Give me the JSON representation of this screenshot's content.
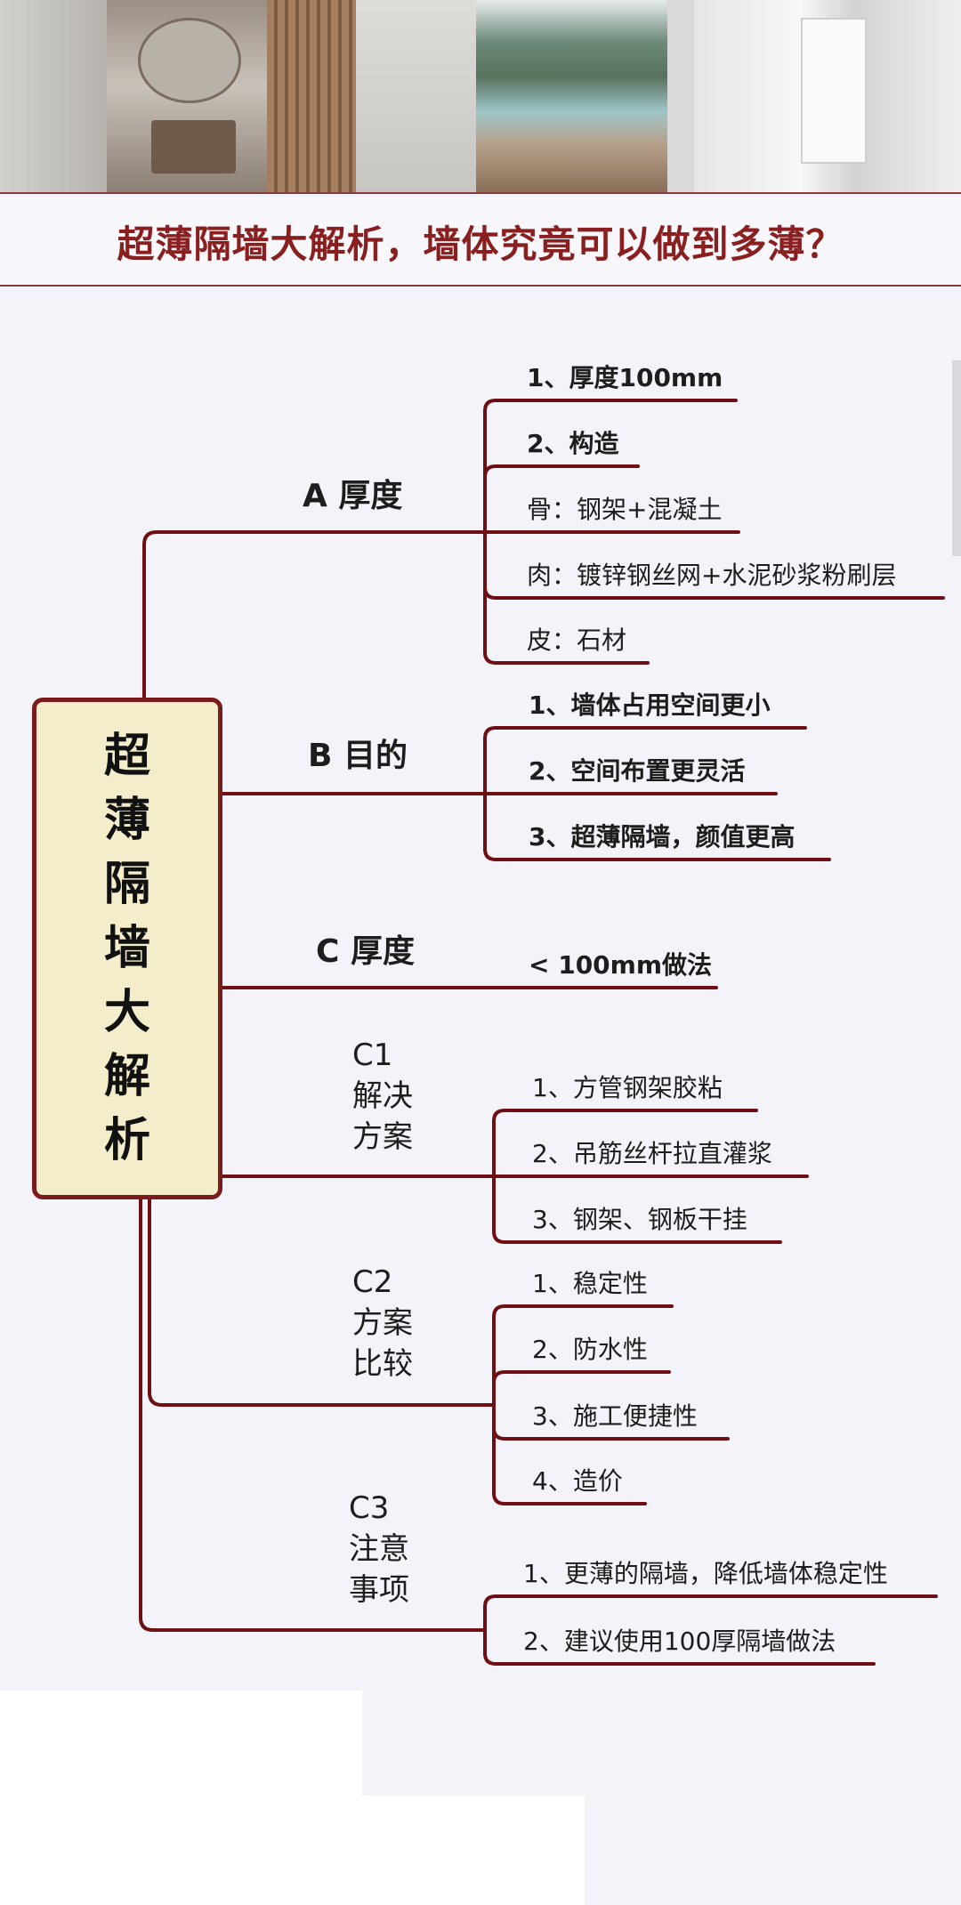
{
  "title": "超薄隔墙大解析，墙体究竟可以做到多薄？",
  "central_chars": [
    "超",
    "薄",
    "隔",
    "墙",
    "大",
    "解",
    "析"
  ],
  "branches": {
    "a": {
      "label": "A 厚度",
      "items": [
        "1、厚度100mm",
        "2、构造",
        "骨：钢架+混凝土",
        "肉：镀锌钢丝网+水泥砂浆粉刷层",
        "皮：石材"
      ]
    },
    "b": {
      "label": "B 目的",
      "items": [
        "1、墙体占用空间更小",
        "2、空间布置更灵活",
        "3、超薄隔墙，颜值更高"
      ]
    },
    "c": {
      "label": "C 厚度",
      "items": [
        "< 100mm做法"
      ]
    },
    "c1": {
      "label_lines": [
        "C1",
        "解决",
        "方案"
      ],
      "items": [
        "1、方管钢架胶粘",
        "2、吊筋丝杆拉直灌浆",
        "3、钢架、钢板干挂"
      ]
    },
    "c2": {
      "label_lines": [
        "C2",
        "方案",
        "比较"
      ],
      "items": [
        "1、稳定性",
        "2、防水性",
        "3、施工便捷性",
        "4、造价"
      ]
    },
    "c3": {
      "label_lines": [
        "C3",
        "注意",
        "事项"
      ],
      "items": [
        "1、更薄的隔墙，降低墙体稳定性",
        "2、建议使用100厚隔墙做法"
      ]
    }
  },
  "colors": {
    "line": "#6e0f14",
    "title": "#8a1f1f",
    "central_fill": "#f3edcb"
  }
}
